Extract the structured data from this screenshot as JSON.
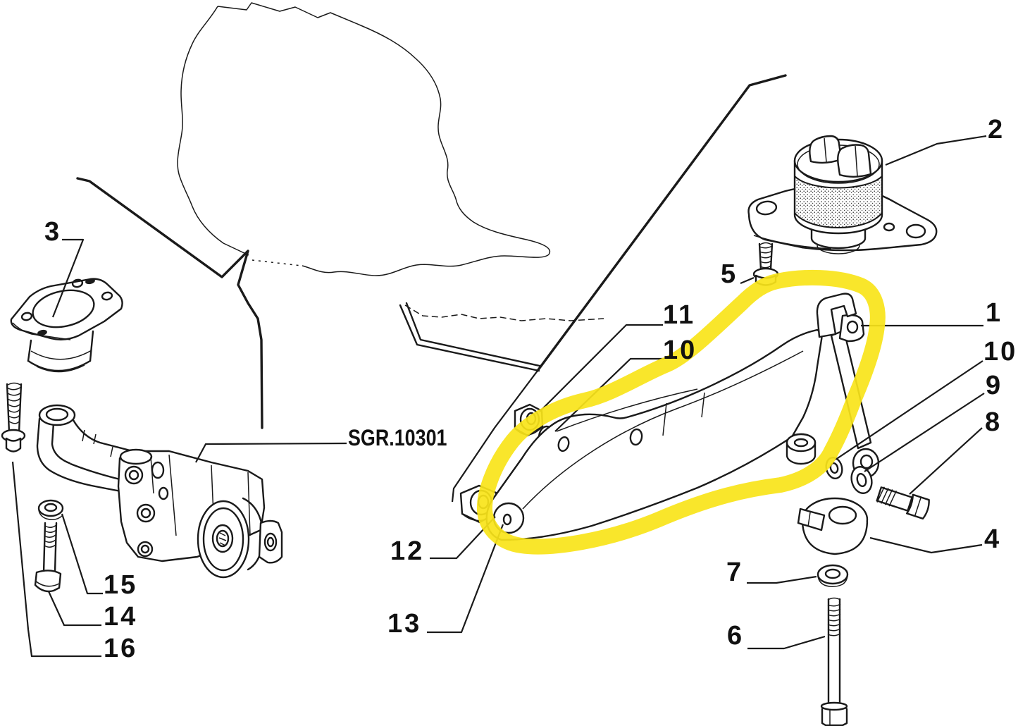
{
  "meta": {
    "title": "Exploded parts diagram - engine mounting",
    "kind": "technical line illustration with hand-drawn highlight"
  },
  "theme": {
    "background": "#ffffff",
    "line": "#1a1a1a",
    "text": "#111111",
    "highlight": "#f8e419"
  },
  "reference_code": {
    "label": "SGR.10301"
  },
  "callouts": {
    "c1": "1",
    "c2": "2",
    "c3": "3",
    "c4": "4",
    "c5": "5",
    "c6": "6",
    "c7": "7",
    "c8": "8",
    "c9": "9",
    "c10a": "10",
    "c10b": "10",
    "c11": "11",
    "c12": "12",
    "c13": "13",
    "c14": "14",
    "c15": "15",
    "c16": "16"
  },
  "highlight": {
    "color": "#f8e419",
    "style": "freehand marker loop",
    "target_callout": "1"
  }
}
